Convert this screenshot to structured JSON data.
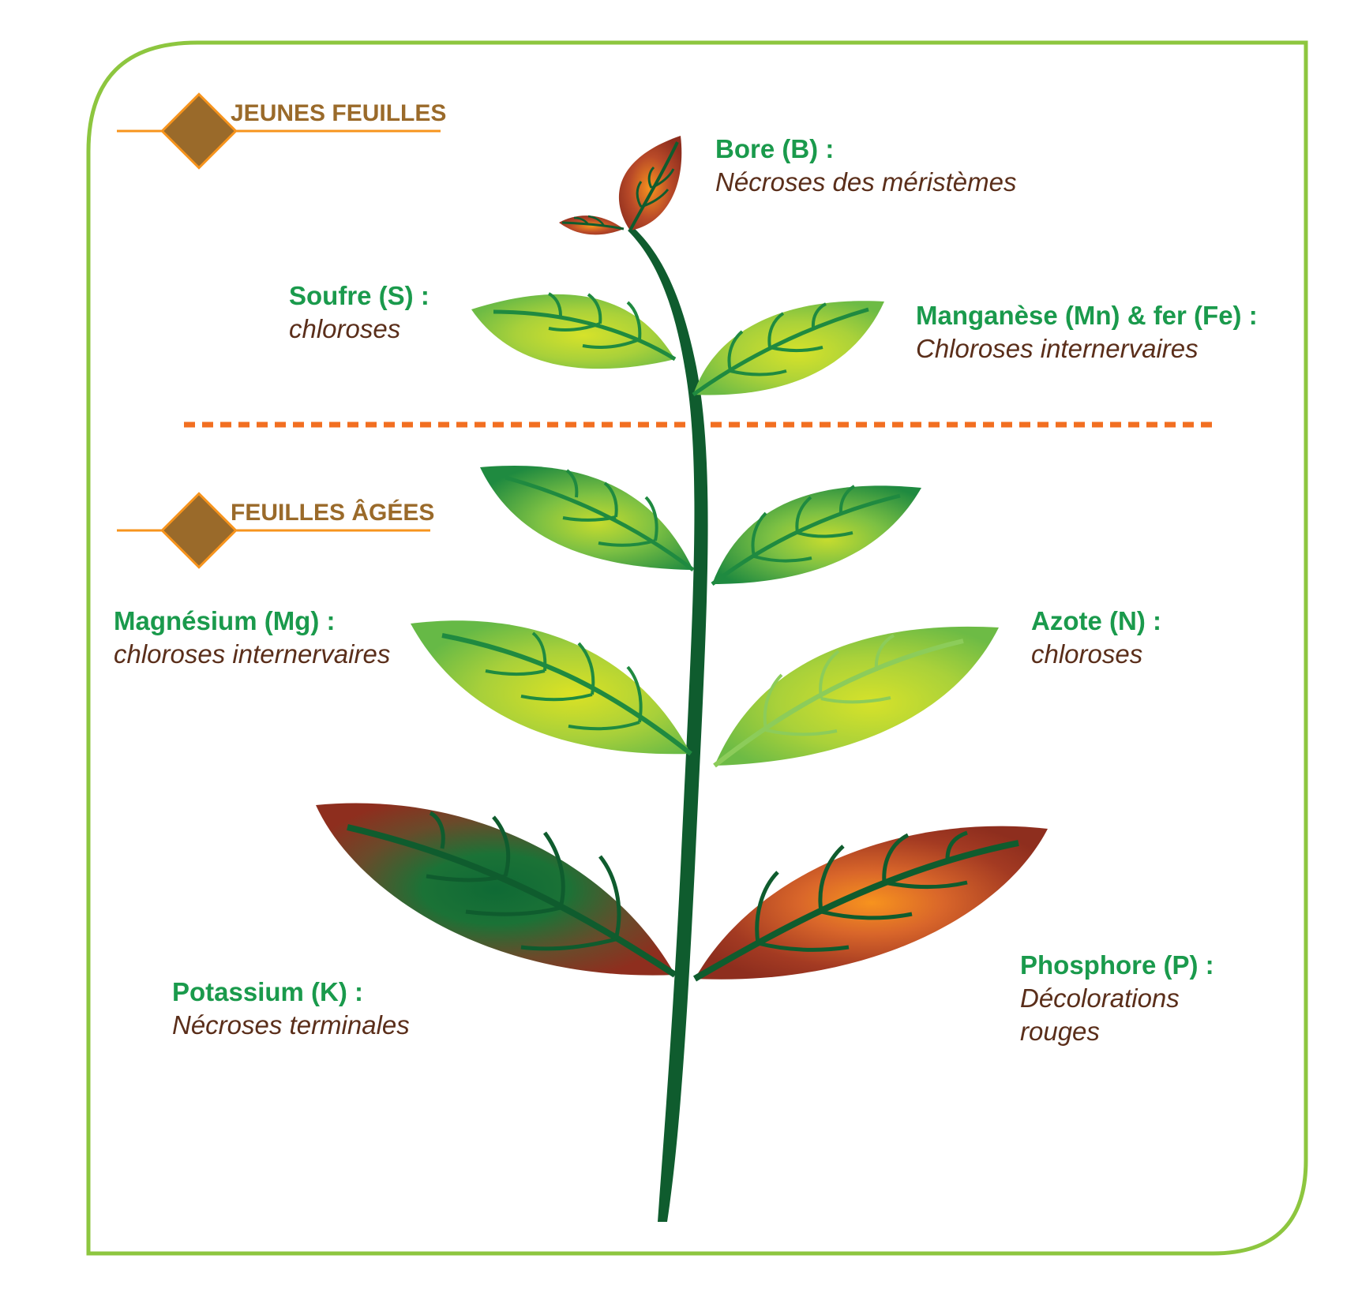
{
  "sections": {
    "young": "JEUNES FEUILLES",
    "old": "FEUILLES ÂGÉES"
  },
  "labels": {
    "bore": {
      "nutrient": "Bore (B) :",
      "symptom": "Nécroses des méristèmes"
    },
    "soufre": {
      "nutrient": "Soufre (S) :",
      "symptom": "chloroses"
    },
    "manganese": {
      "nutrient": "Manganèse (Mn) & fer (Fe) :",
      "symptom": "Chloroses internervaires"
    },
    "magnesium": {
      "nutrient": "Magnésium (Mg) :",
      "symptom": "chloroses internervaires"
    },
    "azote": {
      "nutrient": "Azote (N) :",
      "symptom": "chloroses"
    },
    "potassium": {
      "nutrient": "Potassium (K) :",
      "symptom": "Nécroses terminales"
    },
    "phosphore": {
      "nutrient": "Phosphore (P) :",
      "symptom_line1": "Décolorations",
      "symptom_line2": "rouges"
    }
  },
  "colors": {
    "frame": "#8dc63f",
    "divider": "#f26f21",
    "diamond": "#9a6a2a",
    "accent_line": "#f7941d",
    "nutrient_text": "#1a9a4c",
    "symptom_text": "#5a2e1a",
    "stem": "#0f5c2e",
    "necrosis": "#8e2e1e"
  }
}
